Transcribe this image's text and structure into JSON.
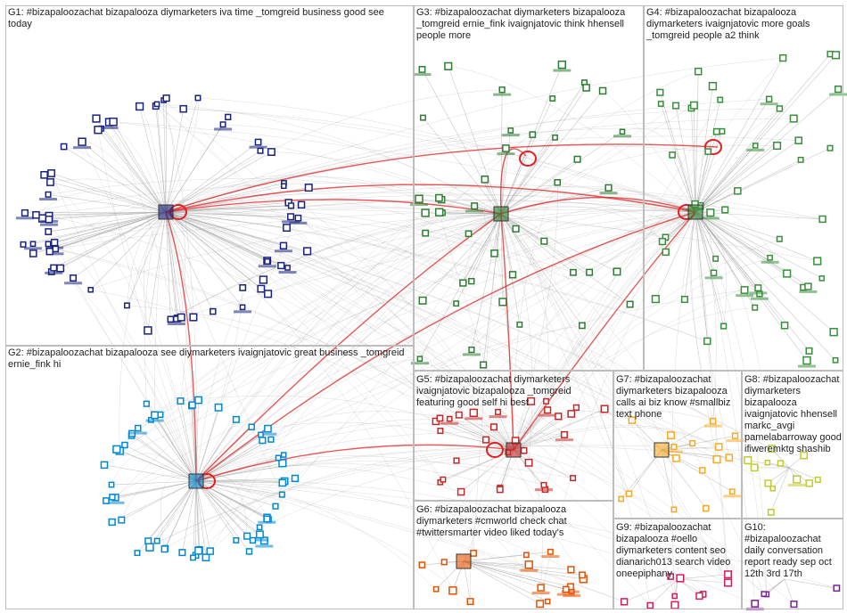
{
  "groups": [
    {
      "id": "G1",
      "label": "G1: #bizapaloozachat bizapalooza diymarketers iva time _tomgreid business good see today"
    },
    {
      "id": "G2",
      "label": "G2: #bizapaloozachat bizapalooza see diymarketers ivaignjatovic great business _tomgreid ernie_fink hi"
    },
    {
      "id": "G3",
      "label": "G3: #bizapaloozachat diymarketers bizapalooza _tomgreid ernie_fink ivaignjatovic think hhensell people more"
    },
    {
      "id": "G4",
      "label": "G4: #bizapaloozachat bizapalooza diymarketers ivaignjatovic more goals _tomgreid people a2 think"
    },
    {
      "id": "G5",
      "label": "G5: #bizapaloozachat diymarketers ivaignjatovic bizapalooza _tomgreid featuring good self hi best"
    },
    {
      "id": "G6",
      "label": "G6: #bizapaloozachat bizapalooza diymarketers #cmworld check chat #twittersmarter video liked today's"
    },
    {
      "id": "G7",
      "label": "G7: #bizapaloozachat diymarketers bizapalooza calls ai biz know #smallbiz text phone"
    },
    {
      "id": "G8",
      "label": "G8: #bizapaloozachat diymarketers bizapalooza ivaignjatovic hhensell markc_avgi pamelabarroway good ifiweremktg shashib"
    },
    {
      "id": "G9",
      "label": "G9: #bizapaloozachat bizapalooza #oello diymarketers content seo dianarich013 search video oneepiphany"
    },
    {
      "id": "G10",
      "label": "G10: #bizapaloozachat daily conversation report ready sep oct 12th 3rd 17th"
    }
  ],
  "colors": {
    "edge": "#9a9a9a",
    "edge_strong": "#e02020",
    "box_border": "#bdbdbd",
    "g1": "#1a237e",
    "g2": "#0288d1",
    "g3": "#2e7d32",
    "g4": "#388e3c",
    "g5": "#c62828",
    "g6": "#e65100",
    "g7": "#f9a825",
    "g8": "#c0ca33",
    "g9": "#d81b60",
    "g10": "#7b1fa2",
    "label_halo": "#ffeb3b"
  }
}
